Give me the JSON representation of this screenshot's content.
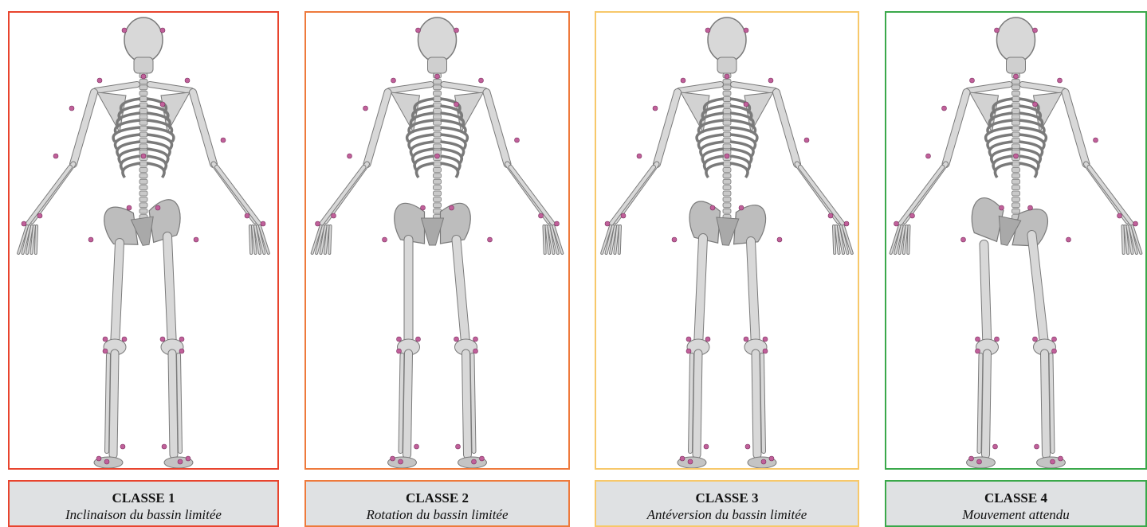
{
  "classes": [
    {
      "title": "CLASSE 1",
      "subtitle": "Inclinaison du bassin limitée",
      "color": "#e8442e"
    },
    {
      "title": "CLASSE 2",
      "subtitle": "Rotation du bassin limitée",
      "color": "#ee7a3c"
    },
    {
      "title": "CLASSE 3",
      "subtitle": "Antéversion du bassin limitée",
      "color": "#f7c86a"
    },
    {
      "title": "CLASSE 4",
      "subtitle": "Mouvement attendu",
      "color": "#3aa84a"
    }
  ],
  "marker_color": "#c0609a"
}
